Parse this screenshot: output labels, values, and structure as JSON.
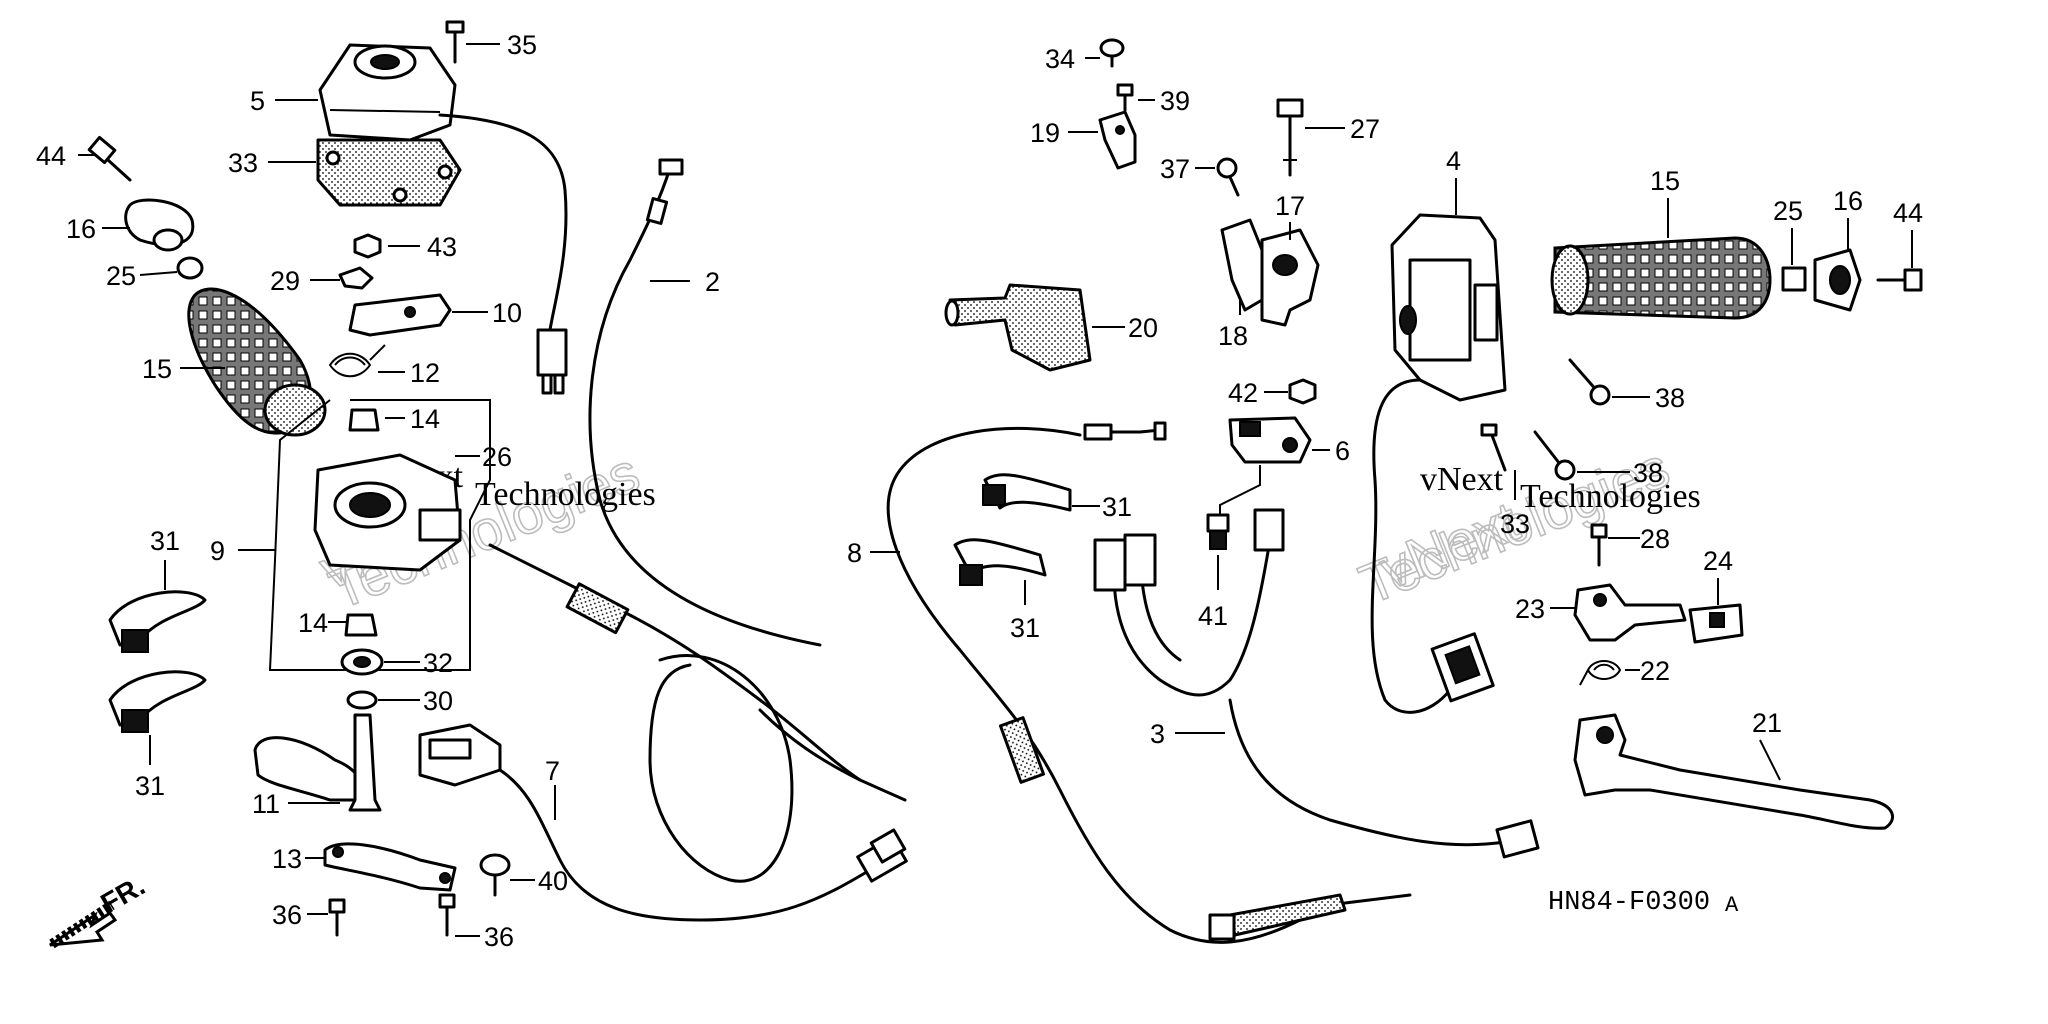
{
  "diagram_code": "HN84-F0300",
  "diagram_code_suffix": "A",
  "direction_label": "FR.",
  "watermark": {
    "line1": "vNext",
    "line2": "Technologies"
  },
  "part_labels": {
    "p2": "2",
    "p3": "3",
    "p4": "4",
    "p5": "5",
    "p6": "6",
    "p7": "7",
    "p8": "8",
    "p9": "9",
    "p10": "10",
    "p11": "11",
    "p12": "12",
    "p13": "13",
    "p14a": "14",
    "p14b": "14",
    "p15a": "15",
    "p15b": "15",
    "p16a": "16",
    "p16b": "16",
    "p17": "17",
    "p18": "18",
    "p19": "19",
    "p20": "20",
    "p21": "21",
    "p22": "22",
    "p23": "23",
    "p24": "24",
    "p25a": "25",
    "p25b": "25",
    "p26": "26",
    "p27": "27",
    "p28": "28",
    "p29": "29",
    "p30": "30",
    "p31a": "31",
    "p31b": "31",
    "p31c": "31",
    "p31d": "31",
    "p32": "32",
    "p33a": "33",
    "p33b": "33",
    "p34": "34",
    "p35": "35",
    "p36a": "36",
    "p36b": "36",
    "p37": "37",
    "p38a": "38",
    "p38b": "38",
    "p39": "39",
    "p40": "40",
    "p41": "41",
    "p42": "42",
    "p43": "43",
    "p44a": "44",
    "p44b": "44"
  }
}
